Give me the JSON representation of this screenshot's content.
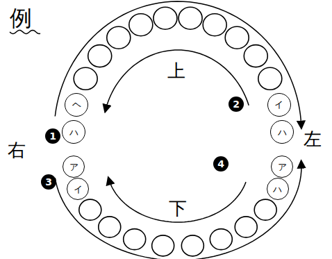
{
  "diagram": {
    "title": "例",
    "nodes": [
      {
        "text": [
          "ヘ"
        ]
      },
      {
        "text": [
          "ハ"
        ]
      },
      {
        "text": [
          "イ"
        ]
      },
      {
        "text": [
          "ハ"
        ]
      },
      {
        "text": [
          "ア"
        ]
      },
      {
        "text": [
          "イ"
        ]
      },
      {
        "text": [
          "ア"
        ]
      },
      {
        "text": [
          "ハ"
        ]
      }
    ],
    "labels": [
      "上",
      "右",
      "左",
      "下",
      "1",
      "2",
      "3",
      "4"
    ]
  }
}
